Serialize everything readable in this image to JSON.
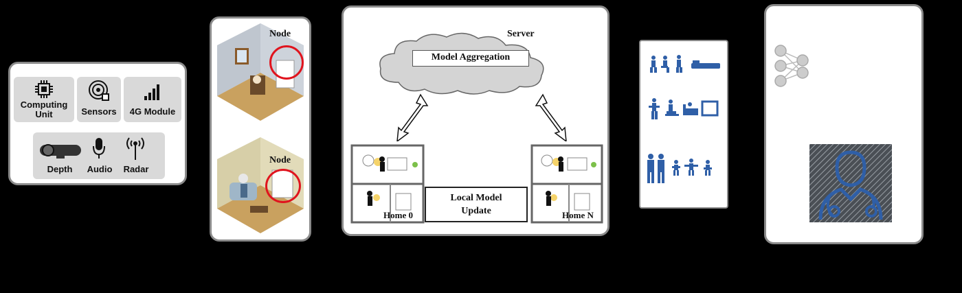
{
  "device": {
    "computing_unit": "Computing\nUnit",
    "sensors": "Sensors",
    "module": "4G Module",
    "depth": "Depth",
    "audio": "Audio",
    "radar": "Radar"
  },
  "nodes": {
    "node_top": "Node",
    "node_bottom": "Node"
  },
  "federated": {
    "server": "Server",
    "aggregation": "Model Aggregation",
    "local_update": "Local Model\nUpdate",
    "home_0": "Home 0",
    "home_n": "Home N"
  },
  "colors": {
    "panel_border": "#8a8a8a",
    "tile_bg": "#d9d9d9",
    "cloud_bg": "#d4d4d4",
    "icon_blue": "#2f5fa7",
    "red_circle": "#e0141e"
  }
}
